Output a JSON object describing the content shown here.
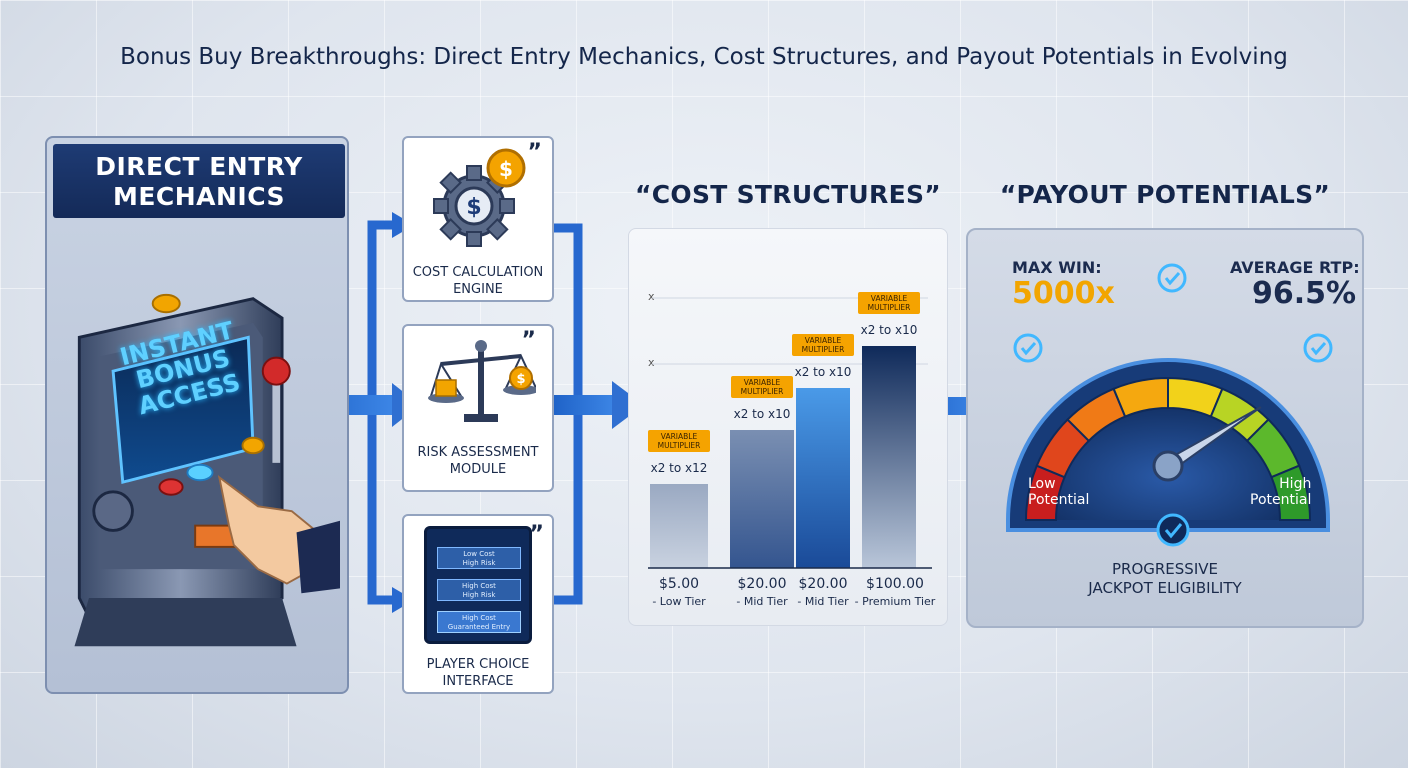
{
  "title": "Bonus Buy Breakthroughs: Direct Entry Mechanics, Cost Structures, and Payout Potentials in Evolving",
  "left_panel": {
    "header": [
      "DIRECT ENTRY",
      "MECHANICS"
    ],
    "screen_text": [
      "INSTANT",
      "BONUS",
      "ACCESS"
    ]
  },
  "modules": [
    {
      "label": [
        "COST CALCULATION",
        "ENGINE"
      ],
      "icon": "gear-dollar-icon"
    },
    {
      "label": [
        "RISK ASSESSMENT",
        "MODULE"
      ],
      "icon": "scale-icon"
    },
    {
      "label": [
        "PLAYER CHOICE",
        "INTERFACE"
      ],
      "icon": "tablet-icon",
      "options": [
        [
          "Low Cost",
          "High Risk"
        ],
        [
          "High Cost",
          "High Risk"
        ],
        [
          "High Cost",
          "Guaranteed Entry"
        ]
      ]
    }
  ],
  "quote_mark": "”",
  "cost": {
    "title": "“COST STRUCTURES”",
    "axis_marks": [
      "x",
      "x"
    ]
  },
  "payout": {
    "title": "“PAYOUT POTENTIALS”",
    "max_win_label": "MAX WIN:",
    "max_win_value": "5000x",
    "rtp_label": "AVERAGE RTP:",
    "rtp_value": "96.5%",
    "low_label": [
      "Low",
      "Potential"
    ],
    "high_label": [
      "High",
      "Potential"
    ],
    "jackpot": [
      "PROGRESSIVE",
      "JACKPOT ELIGIBILITY"
    ],
    "gauge_level": 0.82
  },
  "colors": {
    "navy": "#14264a",
    "blue": "#2f6fd1",
    "orange": "#f5a300",
    "gold": "#f2a500"
  },
  "chart_data": {
    "type": "bar",
    "categories": [
      "$5.00 - Low Tier",
      "$20.00 - Mid Tier",
      "$20.00 - Mid Tier",
      "$100.00 - Premium Tier"
    ],
    "price_labels": [
      "$5.00",
      "$20.00",
      "$20.00",
      "$100.00"
    ],
    "tier_labels": [
      "- Low Tier",
      "- Mid Tier",
      "- Mid Tier",
      "- Premium Tier"
    ],
    "values": [
      2.8,
      4.6,
      6.0,
      7.4
    ],
    "badge": [
      "VARIABLE",
      "MULTIPLIER"
    ],
    "multipliers": [
      "x2 to x12",
      "x2 to x10",
      "x2 to x10",
      "x2 to x10"
    ]
  }
}
